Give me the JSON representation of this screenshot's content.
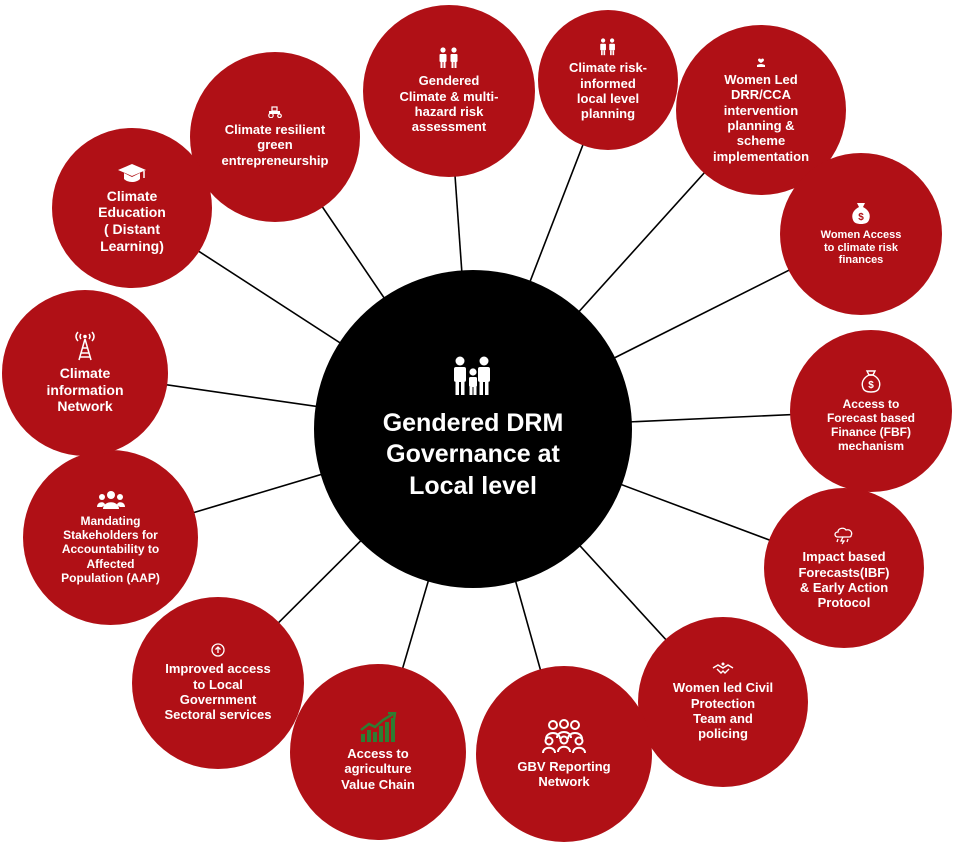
{
  "diagram": {
    "colors": {
      "node_fill": "#b01016",
      "hub_fill": "#000000",
      "text": "#ffffff",
      "connector": "#000000"
    },
    "center": {
      "label": "Gendered DRM\nGovernance at\nLocal level",
      "icon": "family-icon"
    },
    "nodes": [
      {
        "id": "entrepreneurship",
        "label": "Climate resilient\ngreen\nentrepreneurship",
        "icon": "tractor-icon"
      },
      {
        "id": "risk-assessment",
        "label": "Gendered\nClimate & multi-\nhazard risk\nassessment",
        "icon": "people-icon"
      },
      {
        "id": "local-planning",
        "label": "Climate risk-\ninformed\nlocal level\nplanning",
        "icon": "people-icon"
      },
      {
        "id": "women-led-drr",
        "label": "Women Led\nDRR/CCA\nintervention\nplanning &\nscheme\nimplementation",
        "icon": "hand-heart-icon"
      },
      {
        "id": "risk-finances",
        "label": "Women Access\nto climate risk\nfinances",
        "icon": "money-bag-icon"
      },
      {
        "id": "fbf",
        "label": "Access to\nForecast based\nFinance (FBF)\nmechanism",
        "icon": "money-bag-outline-icon"
      },
      {
        "id": "ibf",
        "label": "Impact based\nForecasts(IBF)\n&  Early Action\nProtocol",
        "icon": "storm-cloud-icon"
      },
      {
        "id": "civil-protection",
        "label": "Women led Civil\nProtection\nTeam and\npolicing",
        "icon": "handshake-icon"
      },
      {
        "id": "gbv",
        "label": "GBV Reporting\nNetwork",
        "icon": "group-icon"
      },
      {
        "id": "value-chain",
        "label": "Access to\nagriculture\nValue Chain",
        "icon": "growth-chart-icon"
      },
      {
        "id": "local-gov",
        "label": "Improved access\nto Local\nGovernment\nSectoral services",
        "icon": "arrow-up-circle-icon"
      },
      {
        "id": "aap",
        "label": "Mandating\nStakeholders for\nAccountability to\nAffected\nPopulation (AAP)",
        "icon": "users-icon"
      },
      {
        "id": "info-network",
        "label": "Climate\ninformation\nNetwork",
        "icon": "antenna-icon"
      },
      {
        "id": "education",
        "label": "Climate\nEducation\n( Distant\nLearning)",
        "icon": "graduation-cap-icon"
      }
    ]
  }
}
